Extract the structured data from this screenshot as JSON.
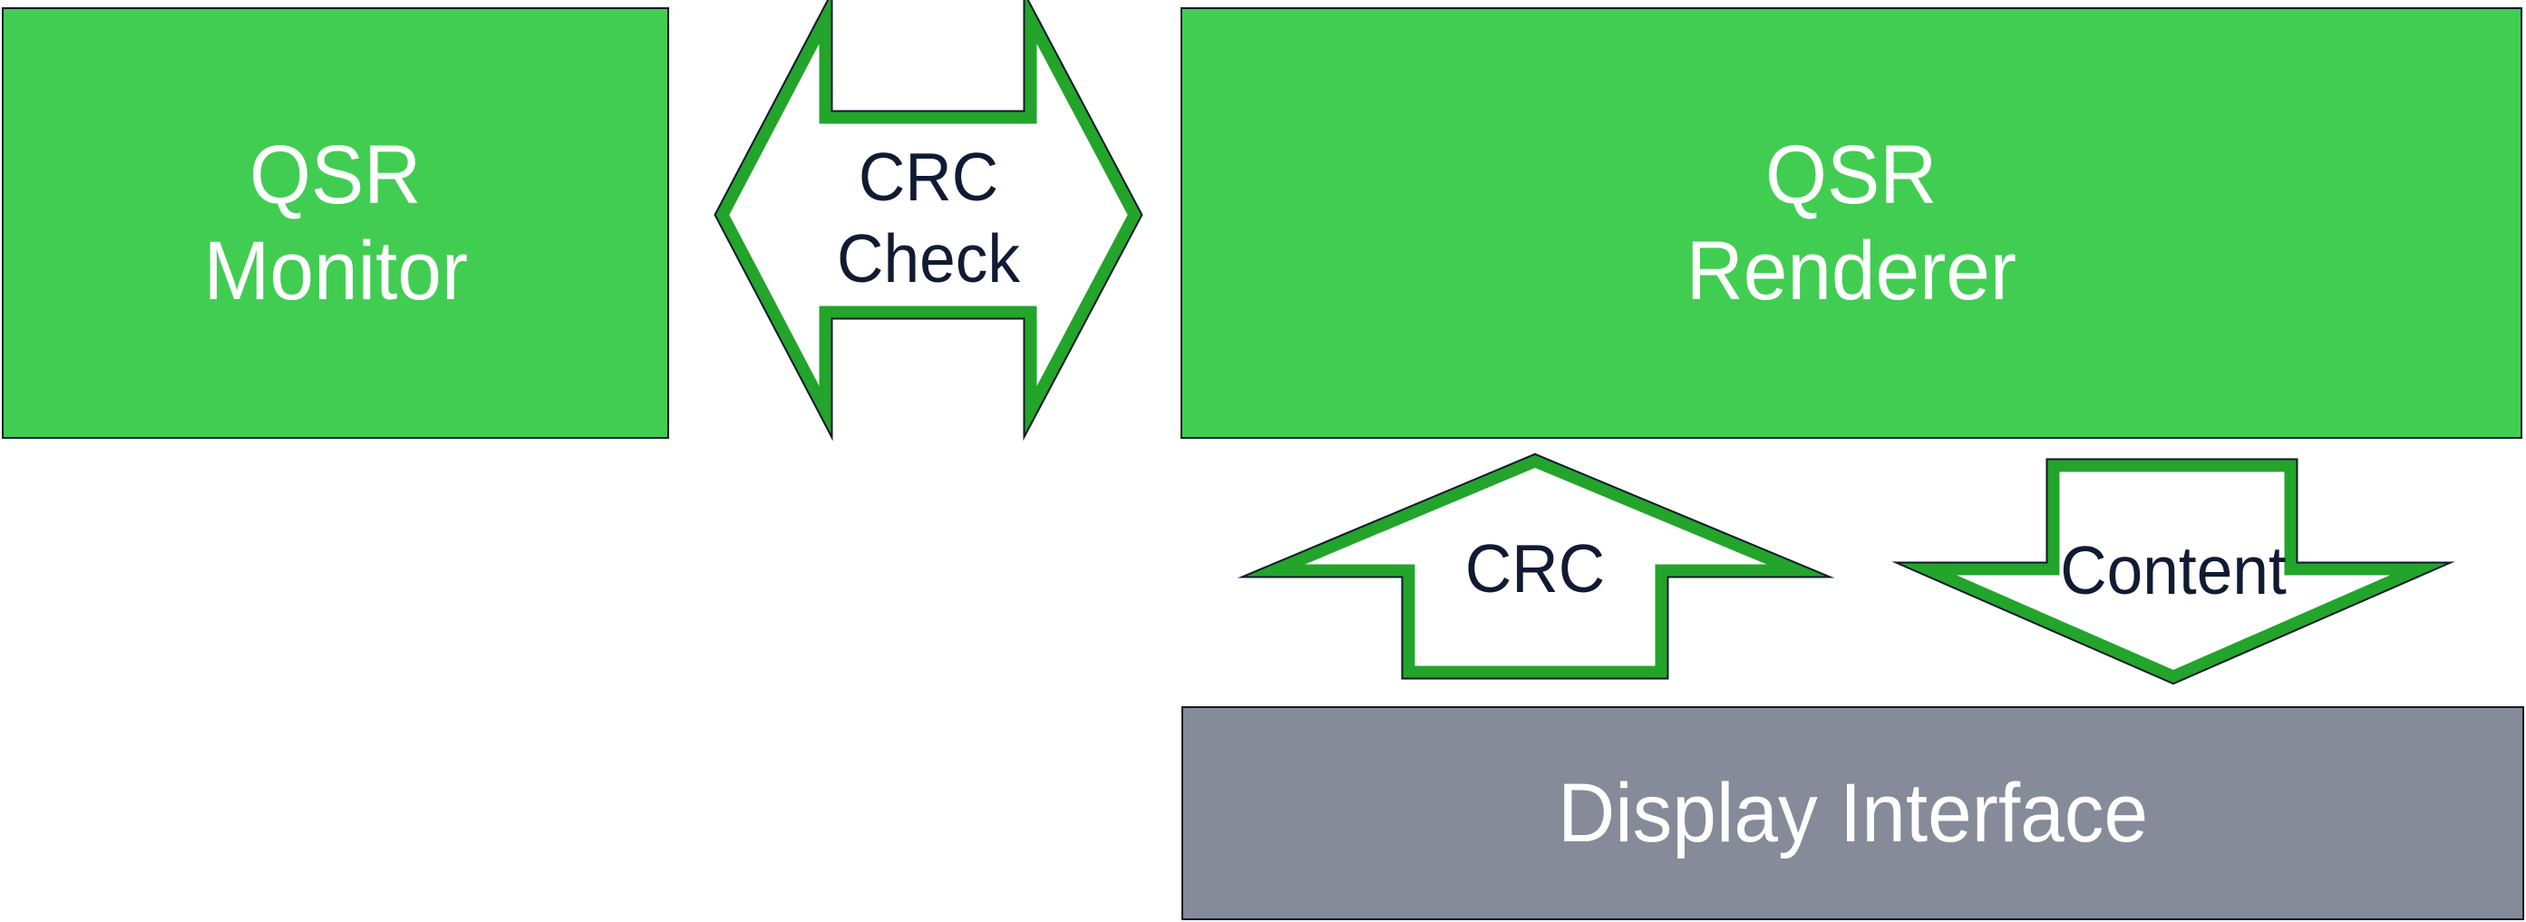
{
  "boxes": {
    "monitor": {
      "line1": "QSR",
      "line2": "Monitor"
    },
    "renderer": {
      "line1": "QSR",
      "line2": "Renderer"
    },
    "display": {
      "label": "Display Interface"
    }
  },
  "arrows": {
    "crc_check": {
      "line1": "CRC",
      "line2": "Check",
      "direction": "left-right"
    },
    "crc_up": {
      "label": "CRC",
      "direction": "up"
    },
    "content_down": {
      "label": "Content",
      "direction": "down"
    }
  },
  "colors": {
    "box_green": "#41CD52",
    "arrow_green": "#23A42B",
    "box_gray": "#868B99",
    "label_navy": "#101B33",
    "text_white": "#FFFFFF",
    "border_dark": "#10192B",
    "background": "#FFFFFF"
  }
}
